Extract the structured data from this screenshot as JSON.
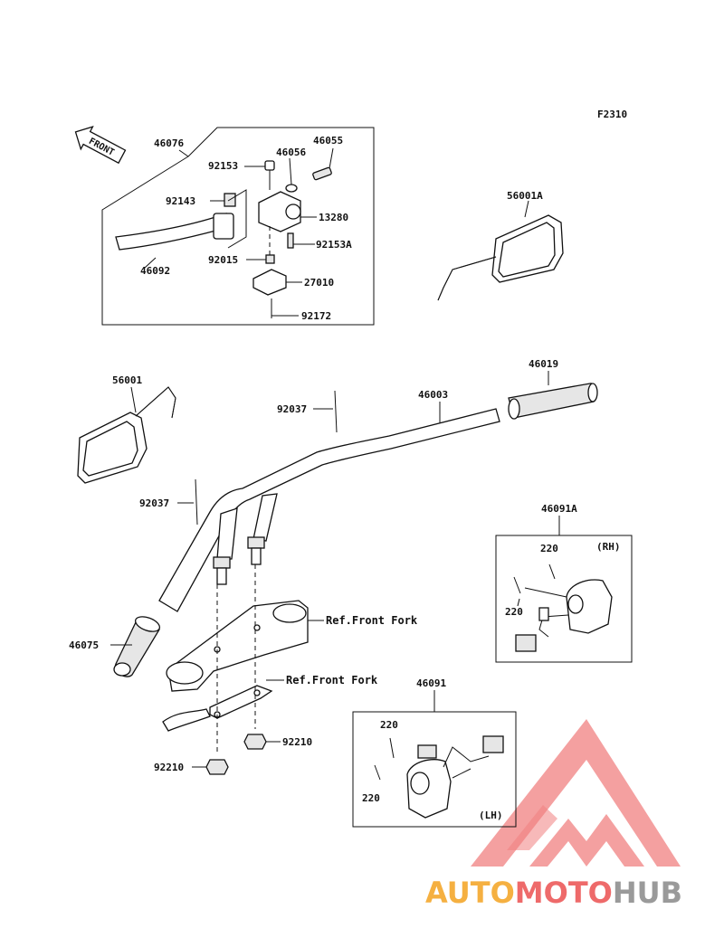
{
  "figure_code": "F2310",
  "front_marker": "FRONT",
  "ref_labels": {
    "front_fork_upper": "Ref.Front Fork",
    "front_fork_lower": "Ref.Front Fork"
  },
  "callouts": {
    "p46076": "46076",
    "p46055": "46055",
    "p46056": "46056",
    "p92153": "92153",
    "p92143": "92143",
    "p13280": "13280",
    "p92153A": "92153A",
    "p92015": "92015",
    "p27010": "27010",
    "p46092": "46092",
    "p92172": "92172",
    "p56001A": "56001A",
    "p56001": "56001",
    "p46019": "46019",
    "p46003": "46003",
    "p92037_upper": "92037",
    "p92037_lower": "92037",
    "p46091A": "46091A",
    "p220_rh_top": "220",
    "p220_rh_side": "220",
    "rh_tag": "(RH)",
    "p46075": "46075",
    "p92210_right": "92210",
    "p92210_left": "92210",
    "p46091": "46091",
    "p220_lh_top": "220",
    "p220_lh_side": "220",
    "lh_tag": "(LH)"
  },
  "watermark": {
    "word_part1": "AUTO",
    "word_part2": "MOTO",
    "word_part3": "HUB",
    "colors": {
      "orange": "#f5b041",
      "red": "#ee6a6a",
      "gray": "#9a9a9a",
      "triangle": "#f08080"
    }
  }
}
